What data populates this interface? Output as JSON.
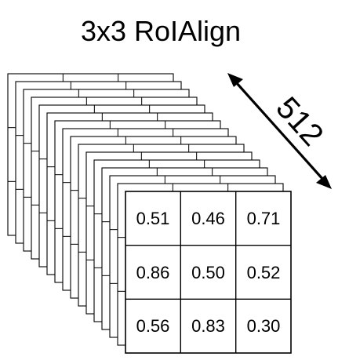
{
  "title": "3x3 RoIAlign",
  "channel_count_label": "512",
  "front_grid_values": [
    [
      "0.51",
      "0.46",
      "0.71"
    ],
    [
      "0.86",
      "0.50",
      "0.52"
    ],
    [
      "0.56",
      "0.83",
      "0.30"
    ]
  ],
  "stroke_color": "#000000",
  "background_color": "#ffffff",
  "arrow_icon": "double-headed-arrow"
}
